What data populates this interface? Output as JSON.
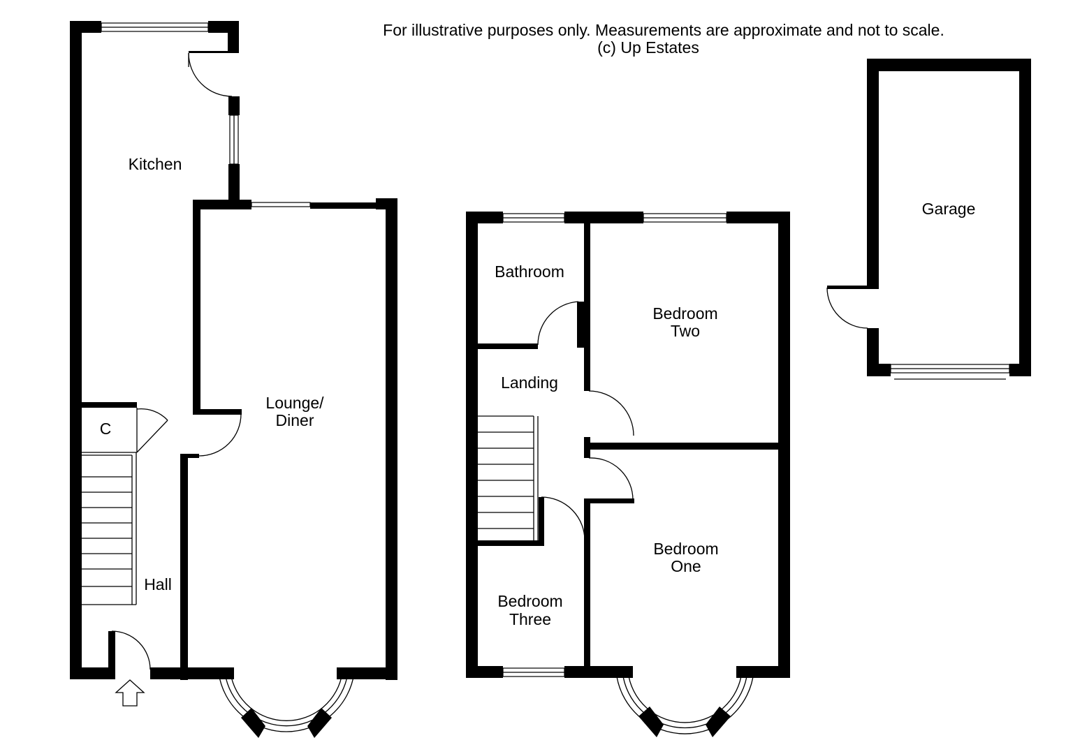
{
  "header": {
    "disclaimer": "For illustrative purposes only. Measurements are approximate and not to scale.",
    "copyright": "(c) Up Estates"
  },
  "rooms": {
    "kitchen": "Kitchen",
    "cupboard": "C",
    "hall": "Hall",
    "lounge_line1": "Lounge/",
    "lounge_line2": "Diner",
    "bathroom": "Bathroom",
    "landing": "Landing",
    "bedroom_two_line1": "Bedroom",
    "bedroom_two_line2": "Two",
    "bedroom_one_line1": "Bedroom",
    "bedroom_one_line2": "One",
    "bedroom_three_line1": "Bedroom",
    "bedroom_three_line2": "Three",
    "garage": "Garage"
  },
  "colors": {
    "wall": "#000000",
    "background": "#ffffff"
  },
  "icons": {
    "entrance": "entrance-arrow-icon"
  }
}
